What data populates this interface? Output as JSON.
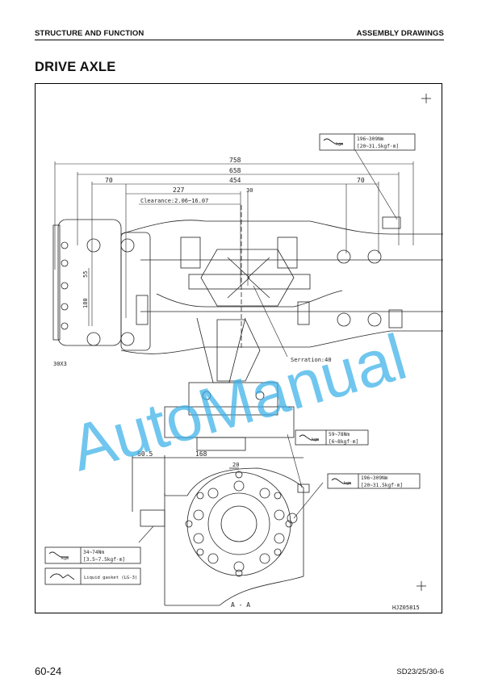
{
  "header": {
    "section": "STRUCTURE AND FUNCTION",
    "category": "ASSEMBLY DRAWINGS"
  },
  "page_title": "DRIVE AXLE",
  "drawing": {
    "dimensions": {
      "d758": "758",
      "d658": "658",
      "d454": "454",
      "d70_left": "70",
      "d70_right": "70",
      "d227": "227",
      "d30": "30",
      "clearance": "Clearance:2.06~16.07",
      "d55": "55",
      "d180": "180",
      "bolt": "30X3",
      "serration": "Serration:40",
      "d60_5": "60.5",
      "d168": "168",
      "d20": "20"
    },
    "torque_specs": {
      "top": {
        "line1": "196~309Nm",
        "line2": "[20~31.5kgf·m]"
      },
      "mid": {
        "line1": "59~78Nm",
        "line2": "[6~8kgf·m]"
      },
      "right": {
        "line1": "196~309Nm",
        "line2": "[20~31.5kgf·m]"
      },
      "left": {
        "line1": "34~74Nm",
        "line2": "[3.5~7.5kgf·m]"
      }
    },
    "torque_unit_label": "kgm",
    "gasket_label": "Liquid gasket (LG-3)",
    "section_label": "A - A",
    "drawing_number": "HJZ05815"
  },
  "watermark": "AutoManual",
  "footer": {
    "page": "60-24",
    "model": "SD23/25/30-6"
  }
}
